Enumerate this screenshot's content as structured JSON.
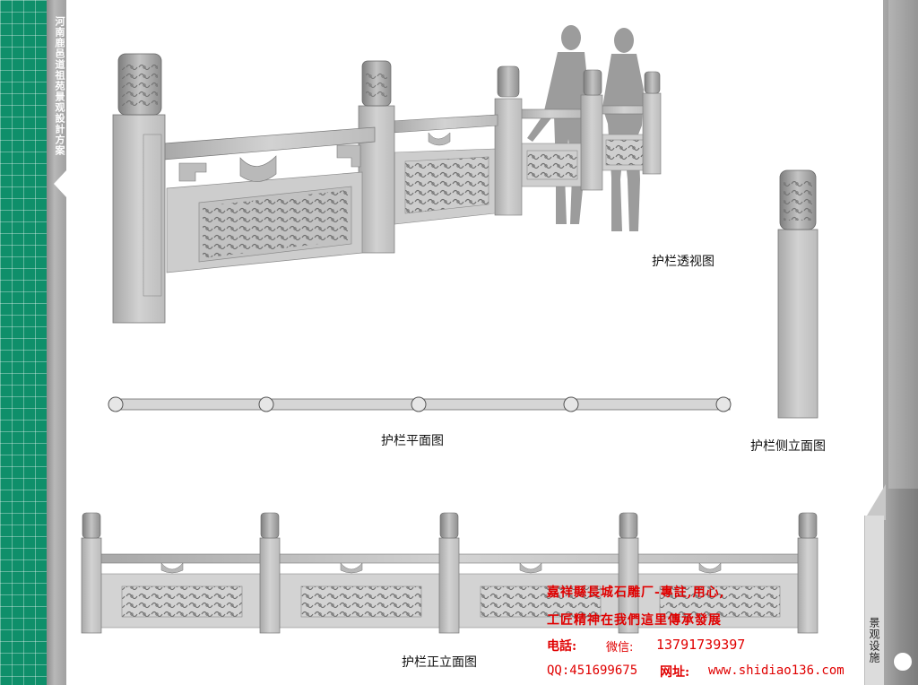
{
  "sidebar": {
    "vertical_title": "河南鹿邑道祖苑景观設計方案"
  },
  "right_panel": {
    "section_label": "景观设施"
  },
  "captions": {
    "perspective": "护栏透视图",
    "plan": "护栏平面图",
    "side_elevation": "护栏侧立面图",
    "front_elevation": "护栏正立面图"
  },
  "watermark": {
    "line1": "嘉祥縣長城石雕厂-專註,用心,",
    "line2": "工匠精神在我們這里傳承發展",
    "phone_label": "电話:",
    "wechat_label": "微信:",
    "wechat_number": "13791739397",
    "qq": "QQ:451699675",
    "site_label": "网址:",
    "site_url": "www.shidiao136.com"
  },
  "colors": {
    "green_strip": "#0f8f6a",
    "stone": "#c9c9c9",
    "stone_dark": "#8a8a8a",
    "silhouette": "#9a9a9a",
    "watermark_red": "#e00000"
  }
}
